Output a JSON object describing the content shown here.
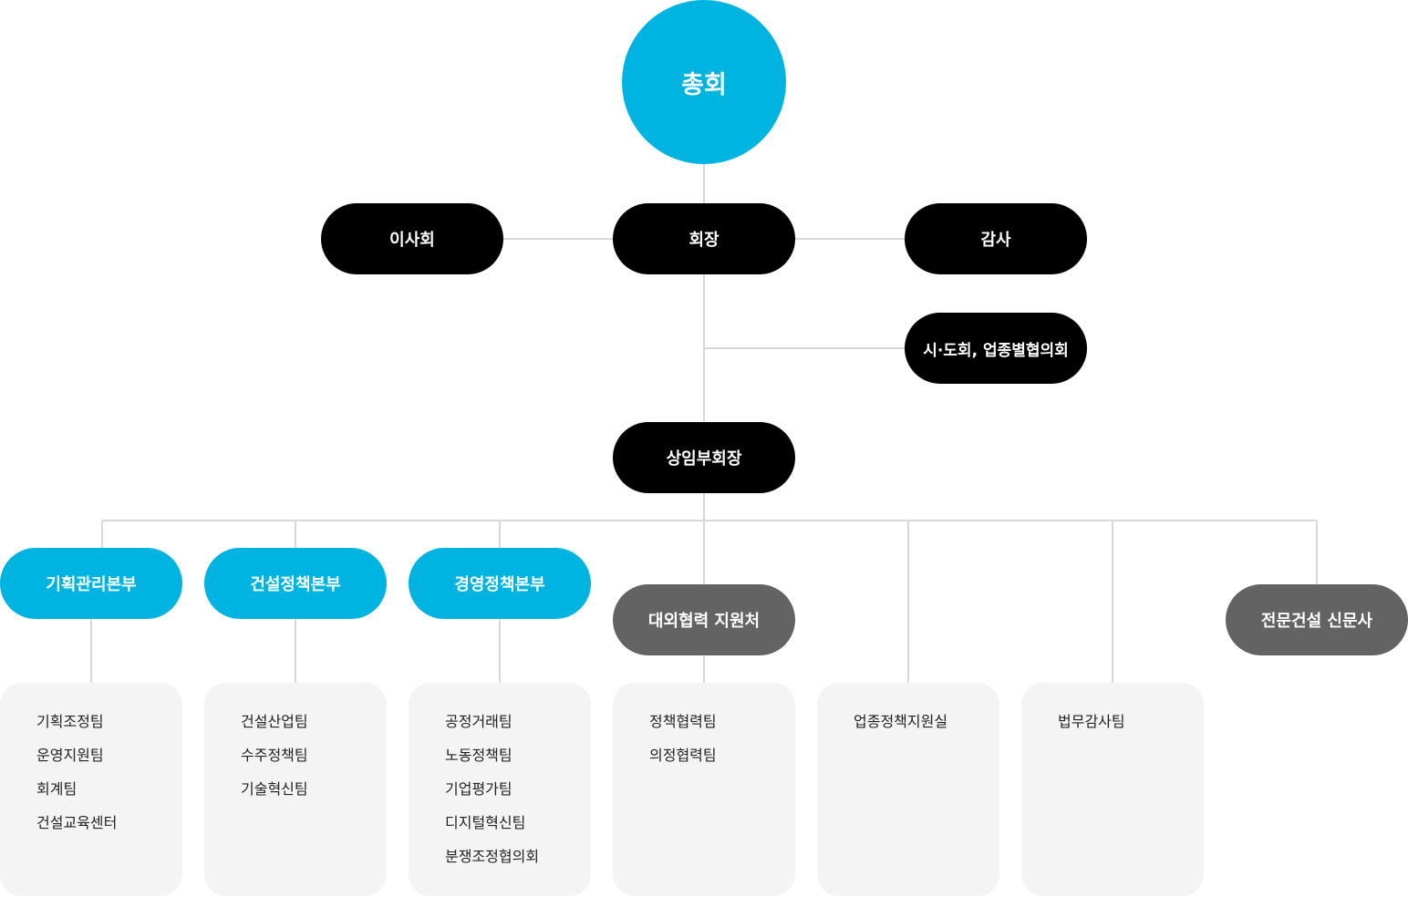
{
  "colors": {
    "primary": "#00b4e2",
    "executive": "#000000",
    "affiliate": "#636363",
    "panel": "#f4f4f4",
    "connector": "#d9d9d9"
  },
  "top": {
    "label": "총회"
  },
  "executive": {
    "board": "이사회",
    "chairman": "회장",
    "auditor": "감사",
    "associations": "시·도회, 업종별협의회",
    "vice_chairman": "상임부회장"
  },
  "divisions": [
    {
      "label": "기획관리본부",
      "teams": [
        "기획조정팀",
        "운영지원팀",
        "회계팀",
        "건설교육센터"
      ]
    },
    {
      "label": "건설정책본부",
      "teams": [
        "건설산업팀",
        "수주정책팀",
        "기술혁신팀"
      ]
    },
    {
      "label": "경영정책본부",
      "teams": [
        "공정거래팀",
        "노동정책팀",
        "기업평가팀",
        "디지털혁신팀",
        "분쟁조정협의회"
      ]
    },
    {
      "label": "대외협력 지원처",
      "teams": [
        "정책협력팀",
        "의정협력팀"
      ]
    }
  ],
  "independent_units": [
    "업종정책지원실",
    "법무감사팀"
  ],
  "newspaper": "전문건설 신문사"
}
